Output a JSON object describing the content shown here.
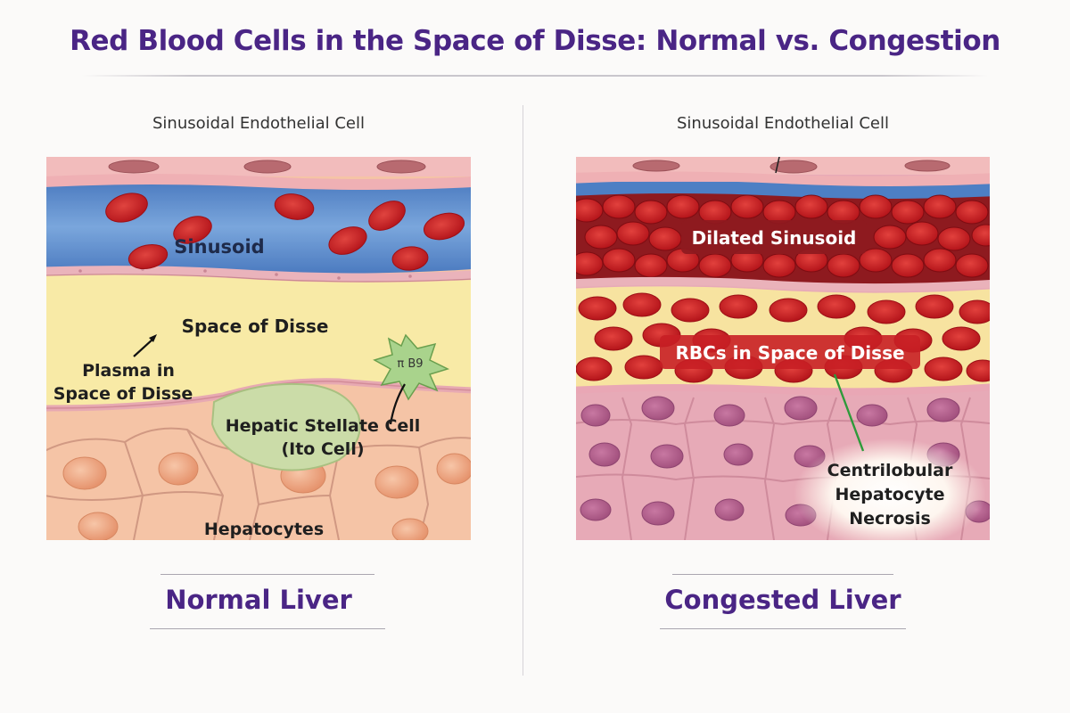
{
  "page": {
    "title": "Red Blood Cells in the Space of Disse: Normal vs. Congestion"
  },
  "normal": {
    "endothelial_label": "Sinusoidal Endothelial Cell",
    "sinusoid_label": "Sinusoid",
    "space_label": "Space of Disse",
    "plasma_label_line1": "Plasma in",
    "plasma_label_line2": "Space of Disse",
    "stellate_marker": "π B9",
    "stellate_label_line1": "Hepatic Stellate Cell",
    "stellate_label_line2": "(Ito Cell)",
    "hepatocytes_label": "Hepatocytes",
    "caption": "Normal Liver"
  },
  "congested": {
    "endothelial_label": "Sinusoidal Endothelial Cell",
    "sinusoid_label": "Dilated Sinusoid",
    "space_label": "RBCs in Space of Disse",
    "necrosis_label_line1": "Centrilobular",
    "necrosis_label_line2": "Hepatocyte",
    "necrosis_label_line3": "Necrosis",
    "caption": "Congested Liver"
  },
  "colors": {
    "title": "#4a2585",
    "rbc": "#cf2528",
    "sinusoid_blue": "#5f8fce",
    "space_yellow": "#f8eaa6",
    "hepatocyte_peach": "#f4c1a3",
    "necrotic_pink": "#e6a8b6",
    "stellate_green": "#c4dba3",
    "pointer_green": "#2e9a3a"
  }
}
